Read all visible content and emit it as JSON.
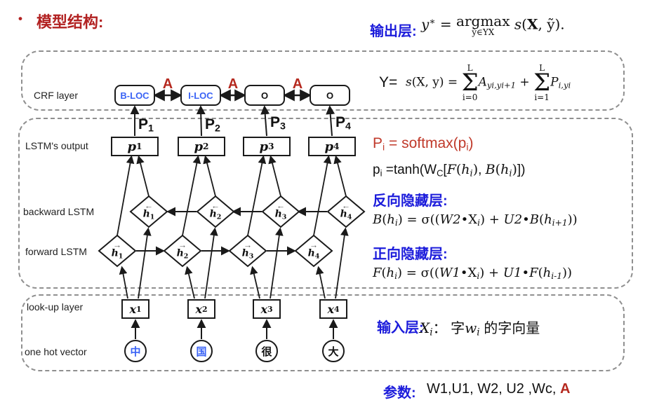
{
  "title": {
    "bullet": "•",
    "text": "模型结构:"
  },
  "colors": {
    "title_red": "#B22222",
    "heading_blue": "#1C1CDB",
    "tag_blue": "#3A63F5",
    "accent_red": "#B5291F",
    "softmax_red": "#C03A2B"
  },
  "layer_labels": {
    "crf": "CRF layer",
    "lstm_output": "LSTM's output",
    "backward": "backward LSTM",
    "forward": "forward LSTM",
    "lookup": "look-up layer",
    "onehot": "one hot vector"
  },
  "crf": {
    "tags": [
      {
        "label": "B-LOC",
        "color": "blue"
      },
      {
        "label": "I-LOC",
        "color": "blue"
      },
      {
        "label": "O",
        "color": "black"
      },
      {
        "label": "O",
        "color": "black"
      }
    ],
    "transition_label": "A"
  },
  "lstm_output": {
    "p_top_labels": [
      [
        {
          "v": "P"
        },
        {
          "v": "1",
          "c": "sb"
        }
      ],
      [
        {
          "v": "P"
        },
        {
          "v": "2",
          "c": "sb"
        }
      ],
      [
        {
          "v": "P"
        },
        {
          "v": "3",
          "c": "sb"
        }
      ],
      [
        {
          "v": "P"
        },
        {
          "v": "4",
          "c": "sb"
        }
      ]
    ],
    "p_box_labels": [
      [
        {
          "v": "p",
          "c": "it bd"
        },
        {
          "v": "1",
          "c": "sb srf bd"
        }
      ],
      [
        {
          "v": "p",
          "c": "it bd"
        },
        {
          "v": "2",
          "c": "sb srf bd"
        }
      ],
      [
        {
          "v": "p",
          "c": "it bd"
        },
        {
          "v": "3",
          "c": "sb srf bd"
        }
      ],
      [
        {
          "v": "p",
          "c": "it bd"
        },
        {
          "v": "4",
          "c": "sb srf bd"
        }
      ]
    ]
  },
  "hidden": {
    "backward_arrow": "←",
    "forward_arrow": "→",
    "backward_labels": [
      [
        {
          "v": "h",
          "c": "it bd"
        },
        {
          "v": "1",
          "c": "sb srf bd"
        }
      ],
      [
        {
          "v": "h",
          "c": "it bd"
        },
        {
          "v": "2",
          "c": "sb srf bd"
        }
      ],
      [
        {
          "v": "h",
          "c": "it bd"
        },
        {
          "v": "3",
          "c": "sb srf bd"
        }
      ],
      [
        {
          "v": "h",
          "c": "it bd"
        },
        {
          "v": "4",
          "c": "sb srf bd"
        }
      ]
    ],
    "forward_labels": [
      [
        {
          "v": "h",
          "c": "it bd"
        },
        {
          "v": "1",
          "c": "sb srf bd"
        }
      ],
      [
        {
          "v": "h",
          "c": "it bd"
        },
        {
          "v": "2",
          "c": "sb srf bd"
        }
      ],
      [
        {
          "v": "h",
          "c": "it bd"
        },
        {
          "v": "3",
          "c": "sb srf bd"
        }
      ],
      [
        {
          "v": "h",
          "c": "it bd"
        },
        {
          "v": "4",
          "c": "sb srf bd"
        }
      ]
    ]
  },
  "lookup": {
    "x_box_labels": [
      [
        {
          "v": "x",
          "c": "it bd"
        },
        {
          "v": "1",
          "c": "sb srf bd"
        }
      ],
      [
        {
          "v": "x",
          "c": "it bd"
        },
        {
          "v": "2",
          "c": "sb srf bd"
        }
      ],
      [
        {
          "v": "x",
          "c": "it bd"
        },
        {
          "v": "3",
          "c": "sb srf bd"
        }
      ],
      [
        {
          "v": "x",
          "c": "it bd"
        },
        {
          "v": "4",
          "c": "sb srf bd"
        }
      ]
    ]
  },
  "onehot": {
    "chars": [
      {
        "char": "中",
        "color": "blue"
      },
      {
        "char": "国",
        "color": "blue"
      },
      {
        "char": "很",
        "color": "black"
      },
      {
        "char": "大",
        "color": "black"
      }
    ]
  },
  "right_panel": {
    "output_title": "输出层:",
    "output_formula": [
      {
        "v": "y",
        "c": "it"
      },
      {
        "v": "∗",
        "c": "sp srf"
      },
      {
        "v": " = ",
        "c": "srf"
      },
      {
        "st": {
          "mid": "argmax",
          "bot": "ỹ∈YX"
        },
        "c": "f-argm"
      },
      {
        "v": " s",
        "c": "it"
      },
      {
        "v": "(",
        "c": "srf"
      },
      {
        "v": "X",
        "c": "srf bd"
      },
      {
        "v": ", ỹ).",
        "c": "srf"
      }
    ],
    "y_prefix": "Y=",
    "score_formula": [
      {
        "v": "s",
        "c": "it"
      },
      {
        "v": "(X, y) = ",
        "c": "srf"
      },
      {
        "st": {
          "top": "L",
          "mid": "Σ",
          "bot": "i=0"
        },
        "c": "f-sumc"
      },
      {
        "v": "A",
        "c": "it"
      },
      {
        "v": "yi,yi+1",
        "c": "sb it"
      },
      {
        "v": " + ",
        "c": "srf"
      },
      {
        "st": {
          "top": "L",
          "mid": "Σ",
          "bot": "i=1"
        },
        "c": "f-sumc"
      },
      {
        "v": "P",
        "c": "it"
      },
      {
        "v": "i,yi",
        "c": "sb it"
      }
    ],
    "softmax_formula": [
      {
        "v": "P"
      },
      {
        "v": "i",
        "c": "sb"
      },
      {
        "v": " = softmax(p"
      },
      {
        "v": "i",
        "c": "sb"
      },
      {
        "v": ")"
      }
    ],
    "tanh_formula": [
      {
        "v": "p"
      },
      {
        "v": "i",
        "c": "sb"
      },
      {
        "v": " =tanh(W"
      },
      {
        "v": "C",
        "c": "sb"
      },
      {
        "v": "["
      },
      {
        "v": "F",
        "c": "it"
      },
      {
        "v": "(",
        "c": "srf"
      },
      {
        "v": "h",
        "c": "it"
      },
      {
        "v": "i",
        "c": "sb it"
      },
      {
        "v": ")",
        "c": "srf"
      },
      {
        "v": ", "
      },
      {
        "v": "B",
        "c": "it"
      },
      {
        "v": "(",
        "c": "srf"
      },
      {
        "v": "h",
        "c": "it"
      },
      {
        "v": "i",
        "c": "sb it"
      },
      {
        "v": ")",
        "c": "srf"
      },
      {
        "v": "])"
      }
    ],
    "backward_title": "反向隐藏层:",
    "backward_formula": [
      {
        "v": "B",
        "c": "it"
      },
      {
        "v": "(",
        "c": "srf"
      },
      {
        "v": "h",
        "c": "it"
      },
      {
        "v": "i",
        "c": "sb it"
      },
      {
        "v": ")",
        "c": "srf"
      },
      {
        "v": " = σ((",
        "c": "srf"
      },
      {
        "v": "W2",
        "c": "it"
      },
      {
        "v": "•X",
        "c": "srf"
      },
      {
        "v": "i",
        "c": "sb it"
      },
      {
        "v": ") + ",
        "c": "srf"
      },
      {
        "v": "U2",
        "c": "it"
      },
      {
        "v": "•",
        "c": "srf"
      },
      {
        "v": "B",
        "c": "it"
      },
      {
        "v": "(",
        "c": "srf"
      },
      {
        "v": "h",
        "c": "it"
      },
      {
        "v": "i+1",
        "c": "sb it"
      },
      {
        "v": "))",
        "c": "srf"
      }
    ],
    "forward_title": "正向隐藏层:",
    "forward_formula": [
      {
        "v": "F",
        "c": "it"
      },
      {
        "v": "(",
        "c": "srf"
      },
      {
        "v": "h",
        "c": "it"
      },
      {
        "v": "i",
        "c": "sb it"
      },
      {
        "v": ")",
        "c": "srf"
      },
      {
        "v": " = σ((",
        "c": "srf"
      },
      {
        "v": "W1",
        "c": "it"
      },
      {
        "v": "•X",
        "c": "srf"
      },
      {
        "v": "i",
        "c": "sb it"
      },
      {
        "v": ") + ",
        "c": "srf"
      },
      {
        "v": "U1",
        "c": "it"
      },
      {
        "v": "•",
        "c": "srf"
      },
      {
        "v": "F",
        "c": "it"
      },
      {
        "v": "(",
        "c": "srf"
      },
      {
        "v": "h",
        "c": "it"
      },
      {
        "v": "i-1",
        "c": "sb it"
      },
      {
        "v": "))",
        "c": "srf"
      }
    ],
    "input_title": "输入层:",
    "input_formula": [
      {
        "v": "X",
        "c": "it"
      },
      {
        "v": "i",
        "c": "sb it"
      },
      {
        "v": "： 字"
      },
      {
        "v": "w",
        "c": "it"
      },
      {
        "v": "i",
        "c": "sb it"
      },
      {
        "v": " 的字向量"
      }
    ],
    "params_title": "参数:",
    "params_value": [
      {
        "v": "W1,U1, W2, U2 ,Wc, "
      },
      {
        "v": "A",
        "c": "rd bd"
      }
    ]
  }
}
